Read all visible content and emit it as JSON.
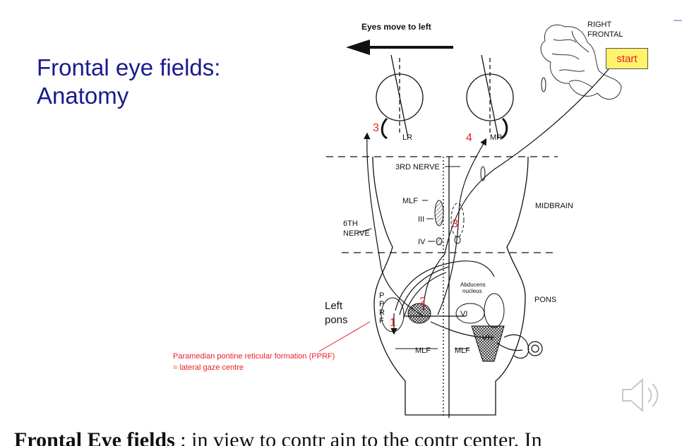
{
  "slide": {
    "title_line1": "Frontal eye fields:",
    "title_line2": "Anatomy",
    "caption_bold": "Frontal Eye fields",
    "caption_rest": " : in view to contr ain to the contr center. In"
  },
  "controls": {
    "start_label": "start",
    "audio_icon": "speaker-icon"
  },
  "diagram": {
    "direction_label": "Eyes move to left",
    "right_frontal_line1": "RIGHT",
    "right_frontal_line2": "FRONTAL",
    "lr_label": "LR",
    "mr_label": "MR",
    "third_nerve": "3RD NERVE",
    "mlf_top": "MLF",
    "nucleus_iii": "III",
    "nucleus_iv": "IV",
    "sixth_nerve_line1": "6TH",
    "sixth_nerve_line2": "NERVE",
    "midbrain": "MIDBRAIN",
    "pons": "PONS",
    "abducens_line1": "Abducens",
    "abducens_line2": "nucleus",
    "vi_label": "VI",
    "vn_label": "VN",
    "mlf_left": "MLF",
    "mlf_right": "MLF",
    "pprf_letters": [
      "P",
      "P",
      "R",
      "F"
    ],
    "left_pons_line1": "Left",
    "left_pons_line2": "pons",
    "steps": [
      "1",
      "2",
      "3",
      "3",
      "4"
    ],
    "pprf_note_line1": "Paramedian pontine reticular formation (PPRF)",
    "pprf_note_line2": "= lateral gaze centre"
  },
  "colors": {
    "title": "#1a1a8c",
    "step_numbers": "#e8202a",
    "start_fill": "#fff36b"
  }
}
